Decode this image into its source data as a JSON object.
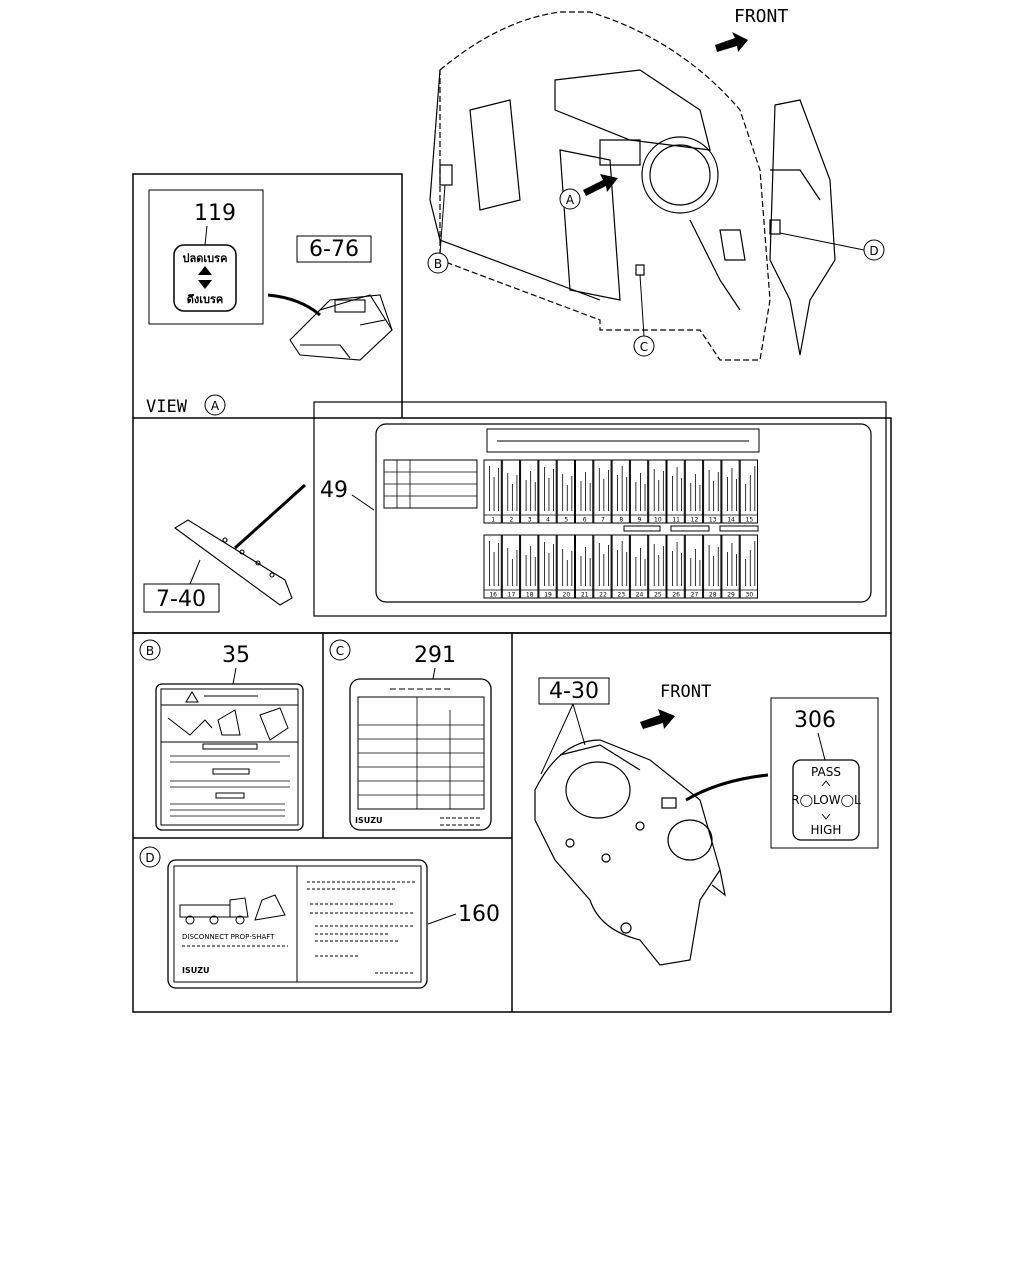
{
  "top": {
    "front_label": "FRONT",
    "callout_a": "A",
    "callout_b": "B",
    "callout_c": "C",
    "callout_d": "D"
  },
  "panel_119": {
    "part_no": "119",
    "ref": "6-76",
    "text_top": "ปลดเบรค",
    "text_bottom": "ดึงเบรค"
  },
  "view_a": {
    "title": "VIEW",
    "circle": "A",
    "part_no": "49",
    "ref": "7-40",
    "fuse_numbers_top": [
      "1",
      "2",
      "3",
      "4",
      "5",
      "6",
      "7",
      "8",
      "9",
      "10",
      "11",
      "12",
      "13",
      "14",
      "15"
    ],
    "fuse_numbers_bottom": [
      "16",
      "17",
      "18",
      "19",
      "20",
      "21",
      "22",
      "23",
      "24",
      "25",
      "26",
      "27",
      "28",
      "29",
      "30"
    ]
  },
  "panel_b": {
    "circle": "B",
    "part_no": "35"
  },
  "panel_c": {
    "circle": "C",
    "part_no": "291",
    "brand": "ISUZU"
  },
  "panel_d": {
    "circle": "D",
    "part_no": "160",
    "caption": "DISCONNECT PROP-SHAFT",
    "brand": "ISUZU"
  },
  "panel_430": {
    "ref": "4-30",
    "front_label": "FRONT",
    "part_no": "306",
    "pass": "PASS",
    "low": "R◯LOW◯L",
    "high": "HIGH"
  }
}
